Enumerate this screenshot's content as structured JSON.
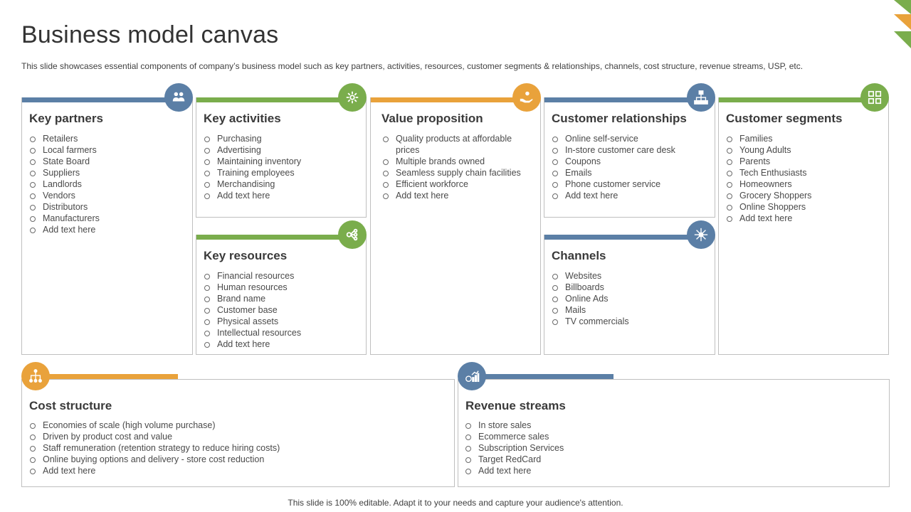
{
  "title": "Business model canvas",
  "subtitle": "This slide showcases essential components of company’s business model such as key partners, activities, resources, customer segments & relationships, channels, cost structure, revenue streams, USP, etc.",
  "footer": "This slide is 100% editable. Adapt it to your needs and capture your audience's attention.",
  "colors": {
    "blue": "#5b7fa6",
    "green": "#7aad4c",
    "orange": "#e9a23b"
  },
  "blocks": {
    "key_partners": {
      "heading": "Key partners",
      "icon": "partners-icon",
      "items": [
        "Retailers",
        "Local farmers",
        "State Board",
        "Suppliers",
        "Landlords",
        "Vendors",
        "Distributors",
        "Manufacturers",
        "Add text here"
      ]
    },
    "key_activities": {
      "heading": "Key activities",
      "icon": "activities-icon",
      "items": [
        "Purchasing",
        "Advertising",
        "Maintaining inventory",
        "Training  employees",
        "Merchandising",
        "Add text here"
      ]
    },
    "key_resources": {
      "heading": "Key resources",
      "icon": "resources-icon",
      "items": [
        "Financial resources",
        "Human resources",
        "Brand name",
        "Customer base",
        "Physical assets",
        "Intellectual resources",
        "Add text here"
      ]
    },
    "value_proposition": {
      "heading": "Value proposition",
      "icon": "hand-coin-icon",
      "items": [
        "Quality products at affordable prices",
        "Multiple brands  owned",
        "Seamless supply chain facilities",
        "Efficient workforce",
        "Add text here"
      ]
    },
    "customer_relationships": {
      "heading": "Customer relationships",
      "icon": "org-chart-icon",
      "items": [
        "Online self-service",
        "In-store  customer care desk",
        "Coupons",
        "Emails",
        "Phone customer service",
        "Add text here"
      ]
    },
    "channels": {
      "heading": "Channels",
      "icon": "network-icon",
      "items": [
        "Websites",
        "Billboards",
        "Online Ads",
        "Mails",
        "TV commercials"
      ]
    },
    "customer_segments": {
      "heading": "Customer segments",
      "icon": "segments-icon",
      "items": [
        "Families",
        "Young Adults",
        "Parents",
        "Tech Enthusiasts",
        "Homeowners",
        "Grocery Shoppers",
        "Online Shoppers",
        "Add text here"
      ]
    },
    "cost_structure": {
      "heading": "Cost structure",
      "icon": "hierarchy-icon",
      "items": [
        "Economies of scale (high volume  purchase)",
        "Driven  by product cost and value",
        "Staff remuneration  (retention strategy to reduce hiring costs)",
        "Online buying options and delivery  - store cost reduction",
        "Add text here"
      ]
    },
    "revenue_streams": {
      "heading": "Revenue streams",
      "icon": "revenue-chart-icon",
      "items": [
        "In store sales",
        "Ecommerce sales",
        "Subscription Services",
        "Target  RedCard",
        "Add text here"
      ]
    }
  }
}
